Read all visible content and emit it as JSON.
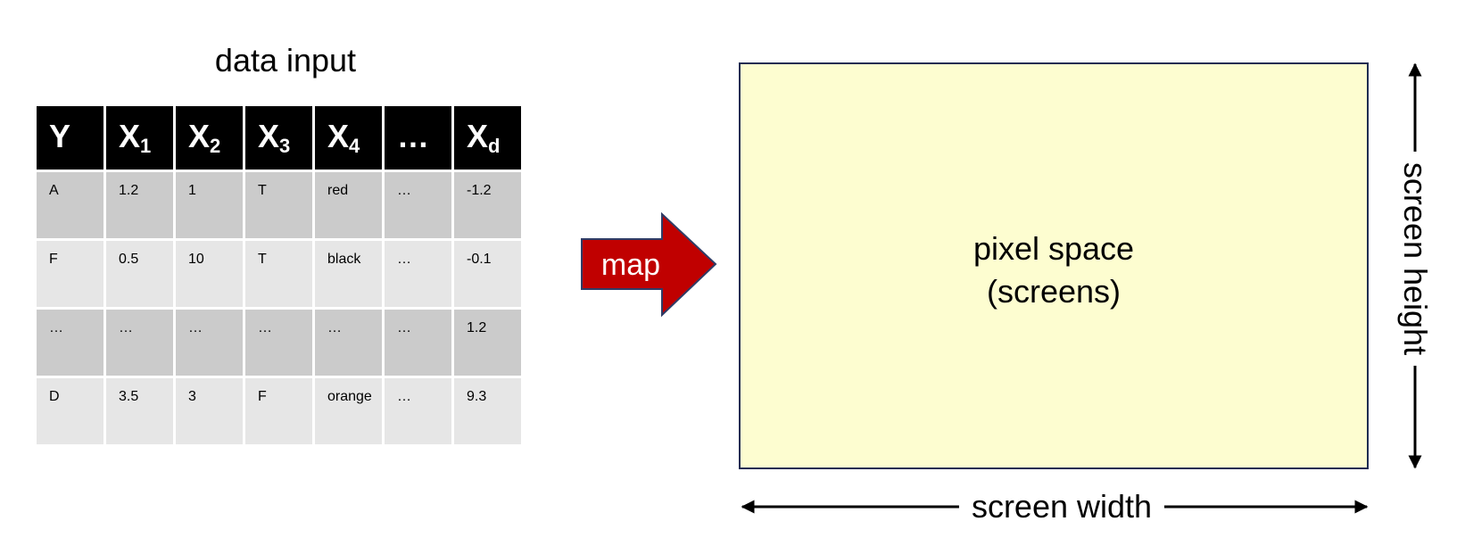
{
  "table_title": "data input",
  "table": {
    "headers": [
      {
        "base": "Y",
        "sub": ""
      },
      {
        "base": "X",
        "sub": "1"
      },
      {
        "base": "X",
        "sub": "2"
      },
      {
        "base": "X",
        "sub": "3"
      },
      {
        "base": "X",
        "sub": "4"
      },
      {
        "base": "…",
        "sub": ""
      },
      {
        "base": "X",
        "sub": "d"
      }
    ],
    "rows": [
      [
        "A",
        "1.2",
        "1",
        "T",
        "red",
        "…",
        "-1.2"
      ],
      [
        "F",
        "0.5",
        "10",
        "T",
        "black",
        "…",
        "-0.1"
      ],
      [
        "…",
        "…",
        "…",
        "…",
        "…",
        "…",
        "1.2"
      ],
      [
        "D",
        "3.5",
        "3",
        "F",
        "orange",
        "…",
        "9.3"
      ]
    ]
  },
  "arrow_label": "map",
  "pixel_space": {
    "line1": "pixel space",
    "line2": "(screens)"
  },
  "screen_height_label": "screen height",
  "screen_width_label": "screen width",
  "colors": {
    "arrow_fill": "#c00000",
    "arrow_stroke": "#2f3c66",
    "pixel_box_fill": "#fdfdd0",
    "header_fill": "#000000"
  }
}
